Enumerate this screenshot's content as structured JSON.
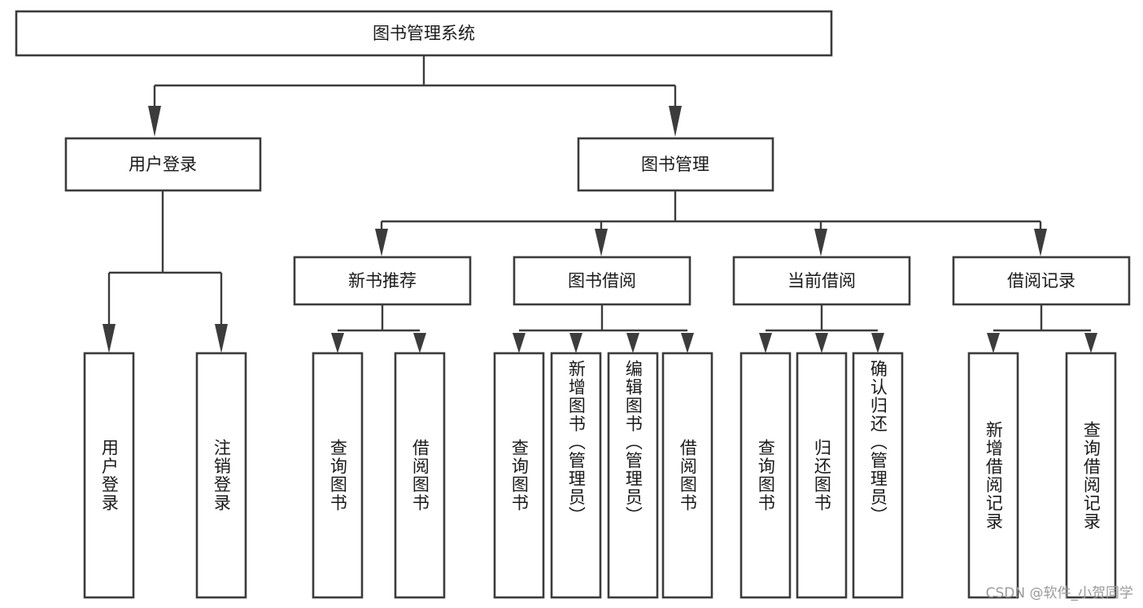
{
  "diagram": {
    "type": "tree-hierarchy",
    "title": "图书管理系统",
    "root": {
      "label": "图书管理系统",
      "orientation": "horizontal"
    },
    "level2": [
      {
        "label": "用户登录",
        "orientation": "horizontal"
      },
      {
        "label": "图书管理",
        "orientation": "horizontal"
      }
    ],
    "level3": [
      {
        "label": "新书推荐",
        "orientation": "horizontal",
        "parent": "图书管理"
      },
      {
        "label": "图书借阅",
        "orientation": "horizontal",
        "parent": "图书管理"
      },
      {
        "label": "当前借阅",
        "orientation": "horizontal",
        "parent": "图书管理"
      },
      {
        "label": "借阅记录",
        "orientation": "horizontal",
        "parent": "图书管理"
      }
    ],
    "leaves": {
      "user_login": [
        {
          "label": "用户登录",
          "orientation": "vertical"
        },
        {
          "label": "注销登录",
          "orientation": "vertical"
        }
      ],
      "new_book_recommend": [
        {
          "label": "查询图书",
          "orientation": "vertical"
        },
        {
          "label": "借阅图书",
          "orientation": "vertical"
        }
      ],
      "book_borrow": [
        {
          "label": "查询图书",
          "orientation": "vertical"
        },
        {
          "label": "新增图书（管理员）",
          "orientation": "vertical"
        },
        {
          "label": "编辑图书（管理员）",
          "orientation": "vertical"
        },
        {
          "label": "借阅图书",
          "orientation": "vertical"
        }
      ],
      "current_borrow": [
        {
          "label": "查询图书",
          "orientation": "vertical"
        },
        {
          "label": "归还图书",
          "orientation": "vertical"
        },
        {
          "label": "确认归还（管理员）",
          "orientation": "vertical"
        }
      ],
      "borrow_record": [
        {
          "label": "新增借阅记录",
          "orientation": "vertical"
        },
        {
          "label": "查询借阅记录",
          "orientation": "vertical"
        }
      ]
    }
  },
  "watermark": {
    "text": "CSDN @软件_小贺同学"
  },
  "colors": {
    "box_border": "#3c3c3c",
    "box_fill": "#ffffff",
    "text": "#1a1a1a",
    "connector": "#3c3c3c",
    "watermark": "#9a9a9a",
    "background": "#ffffff"
  }
}
